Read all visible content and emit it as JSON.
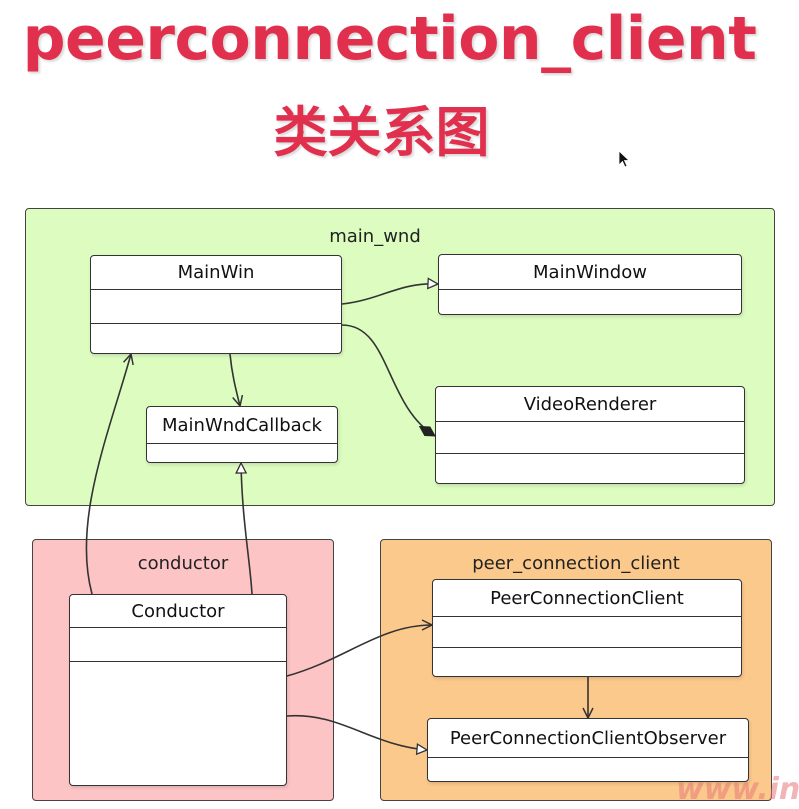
{
  "title": "peerconnection_client",
  "subtitle": "类关系图",
  "packages": {
    "main_wnd": {
      "label": "main_wnd",
      "color": "#dcfcc0"
    },
    "conductor": {
      "label": "conductor",
      "color": "#fdc4c6"
    },
    "peer_connection_client": {
      "label": "peer_connection_client",
      "color": "#fcc98c"
    }
  },
  "classes": {
    "main_win": "MainWin",
    "main_window": "MainWindow",
    "video_renderer": "VideoRenderer",
    "main_wnd_callback": "MainWndCallback",
    "conductor": "Conductor",
    "peer_connection_client": "PeerConnectionClient",
    "peer_connection_client_observer": "PeerConnectionClientObserver"
  },
  "watermark": "www.in"
}
